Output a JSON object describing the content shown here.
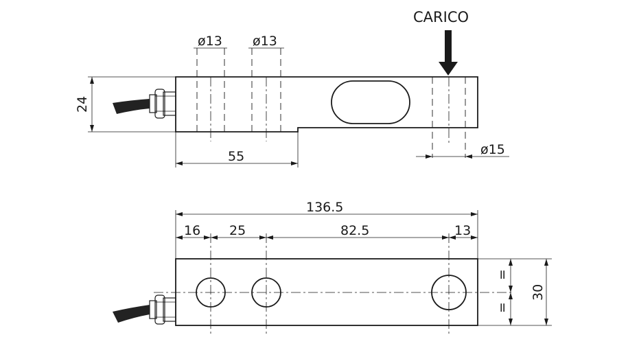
{
  "top_view": {
    "load_label": "CARICO",
    "hole_dia_1": "ø13",
    "hole_dia_2": "ø13",
    "height_dim": "24",
    "length_dim": "55",
    "load_hole_dia": "ø15"
  },
  "bottom_view": {
    "overall_length": "136.5",
    "seg_1": "16",
    "seg_2": "25",
    "seg_3": "82.5",
    "seg_4": "13",
    "width_dim": "30",
    "equal_1": "=",
    "equal_2": "="
  },
  "colors": {
    "line": "#1a1a1a",
    "background": "#ffffff"
  }
}
